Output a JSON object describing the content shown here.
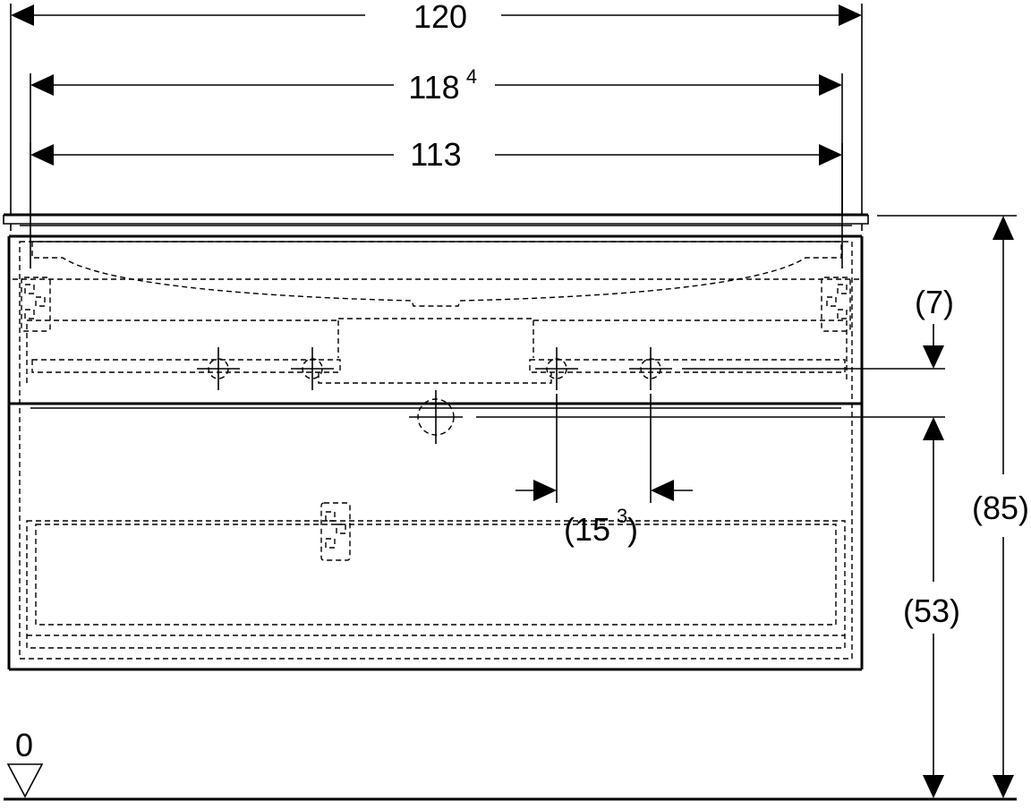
{
  "dimensions": {
    "width_outer": "120",
    "width_mid": "118",
    "width_mid_sup": "4",
    "width_inner": "113",
    "depth_top": "(7)",
    "hole_spacing_main": "(15",
    "hole_spacing_sup": "3",
    "hole_spacing_close": ")",
    "height_total": "(85)",
    "height_lower": "(53)",
    "floor_level": "0"
  }
}
